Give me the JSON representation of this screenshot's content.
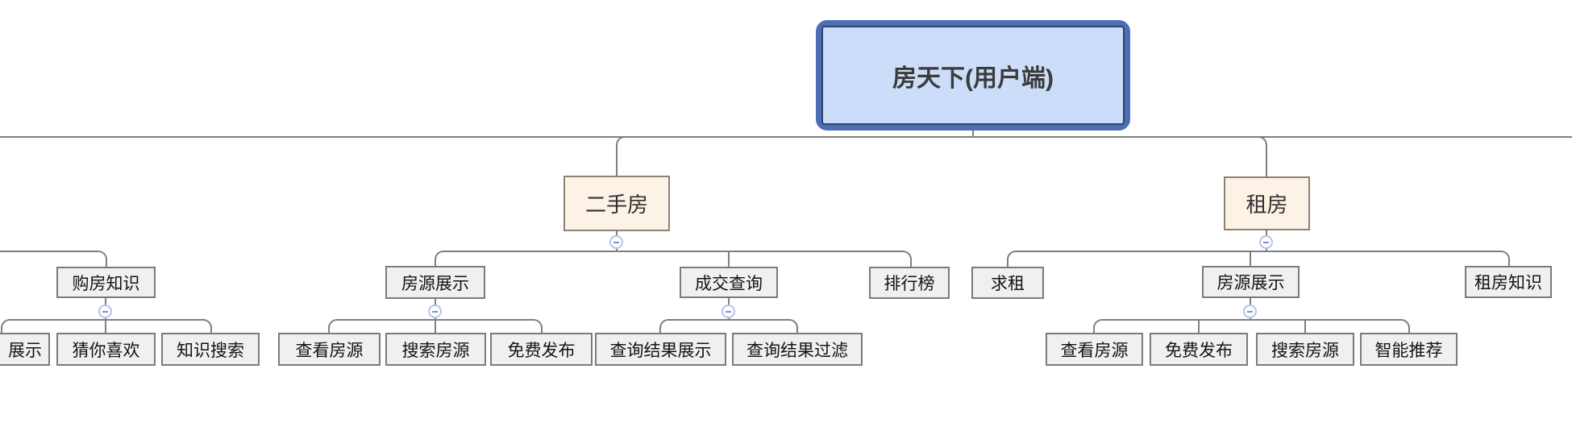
{
  "tree": {
    "root": {
      "label": "房天下(用户端)"
    },
    "partial_left": {
      "knowledge": {
        "label": "购房知识",
        "children": [
          {
            "label": "展示"
          },
          {
            "label": "猜你喜欢"
          },
          {
            "label": "知识搜索"
          }
        ]
      }
    },
    "second_hand": {
      "label": "二手房",
      "children": [
        {
          "label": "房源展示",
          "children": [
            {
              "label": "查看房源"
            },
            {
              "label": "搜索房源"
            },
            {
              "label": "免费发布"
            }
          ]
        },
        {
          "label": "成交查询",
          "children": [
            {
              "label": "查询结果展示"
            },
            {
              "label": "查询结果过滤"
            }
          ]
        },
        {
          "label": "排行榜"
        }
      ]
    },
    "rent": {
      "label": "租房",
      "children": [
        {
          "label": "求租"
        },
        {
          "label": "房源展示",
          "children": [
            {
              "label": "查看房源"
            },
            {
              "label": "免费发布"
            },
            {
              "label": "搜索房源"
            },
            {
              "label": "智能推荐"
            }
          ]
        },
        {
          "label": "租房知识"
        }
      ]
    }
  },
  "icons": {
    "collapse": "minus-circle"
  },
  "colors": {
    "root_border": "#4a6fb5",
    "root_inner_border": "#2e4470",
    "root_fill": "#cbddf8",
    "branch_fill": "#fdf2e6",
    "branch_border": "#8c8174",
    "node_fill": "#f0f0f0",
    "node_border": "#7b7b7b",
    "connector": "#7f7f7f",
    "collapse_border": "#b5c4e8",
    "collapse_minus": "#8290c5"
  }
}
